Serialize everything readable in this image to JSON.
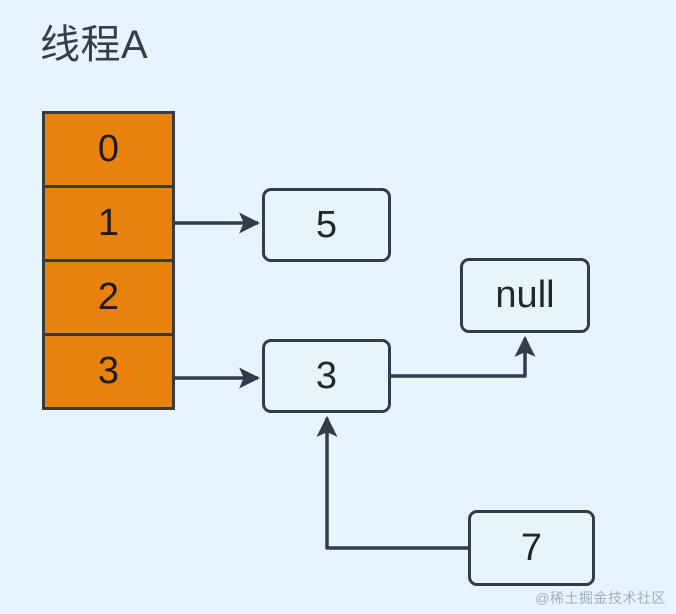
{
  "diagram": {
    "title": "线程A",
    "background_color": "#e6f4fd",
    "accent_color": "#e8820c",
    "line_color": "#2e3d49",
    "array": {
      "name": "hash-bucket-array",
      "cells": [
        {
          "index": "0",
          "label": "0"
        },
        {
          "index": "1",
          "label": "1"
        },
        {
          "index": "2",
          "label": "2"
        },
        {
          "index": "3",
          "label": "3"
        }
      ]
    },
    "nodes": [
      {
        "id": "node-5",
        "label": "5"
      },
      {
        "id": "node-null",
        "label": "null"
      },
      {
        "id": "node-3",
        "label": "3"
      },
      {
        "id": "node-7",
        "label": "7"
      }
    ],
    "edges": [
      {
        "from": "array-cell-1",
        "to": "node-5",
        "style": "straight-arrow"
      },
      {
        "from": "array-cell-3",
        "to": "node-3",
        "style": "straight-arrow"
      },
      {
        "from": "node-3",
        "to": "node-null",
        "style": "elbow-arrow-up"
      },
      {
        "from": "node-7",
        "to": "node-3",
        "style": "elbow-arrow-up"
      }
    ],
    "watermark": "@稀土掘金技术社区"
  }
}
